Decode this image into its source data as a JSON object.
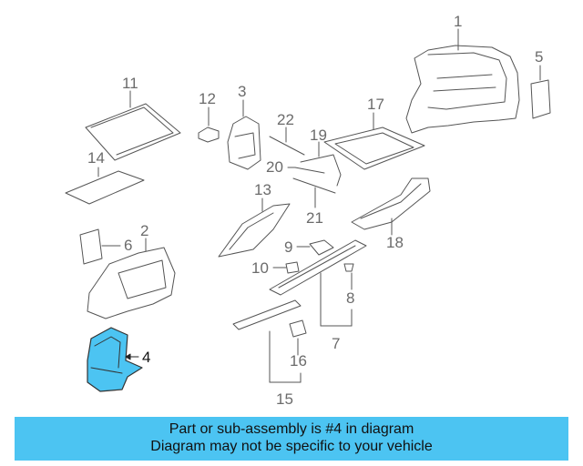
{
  "diagram": {
    "highlight_color": "#4cc4f2",
    "line_color": "#555555",
    "callouts": [
      "1",
      "2",
      "3",
      "4",
      "5",
      "6",
      "7",
      "8",
      "9",
      "10",
      "11",
      "12",
      "13",
      "14",
      "15",
      "16",
      "17",
      "18",
      "19",
      "20",
      "21",
      "22"
    ],
    "highlighted_part": "4"
  },
  "banner": {
    "line1": "Part or sub-assembly is #4 in diagram",
    "line2": "Diagram may not be specific to your vehicle"
  }
}
